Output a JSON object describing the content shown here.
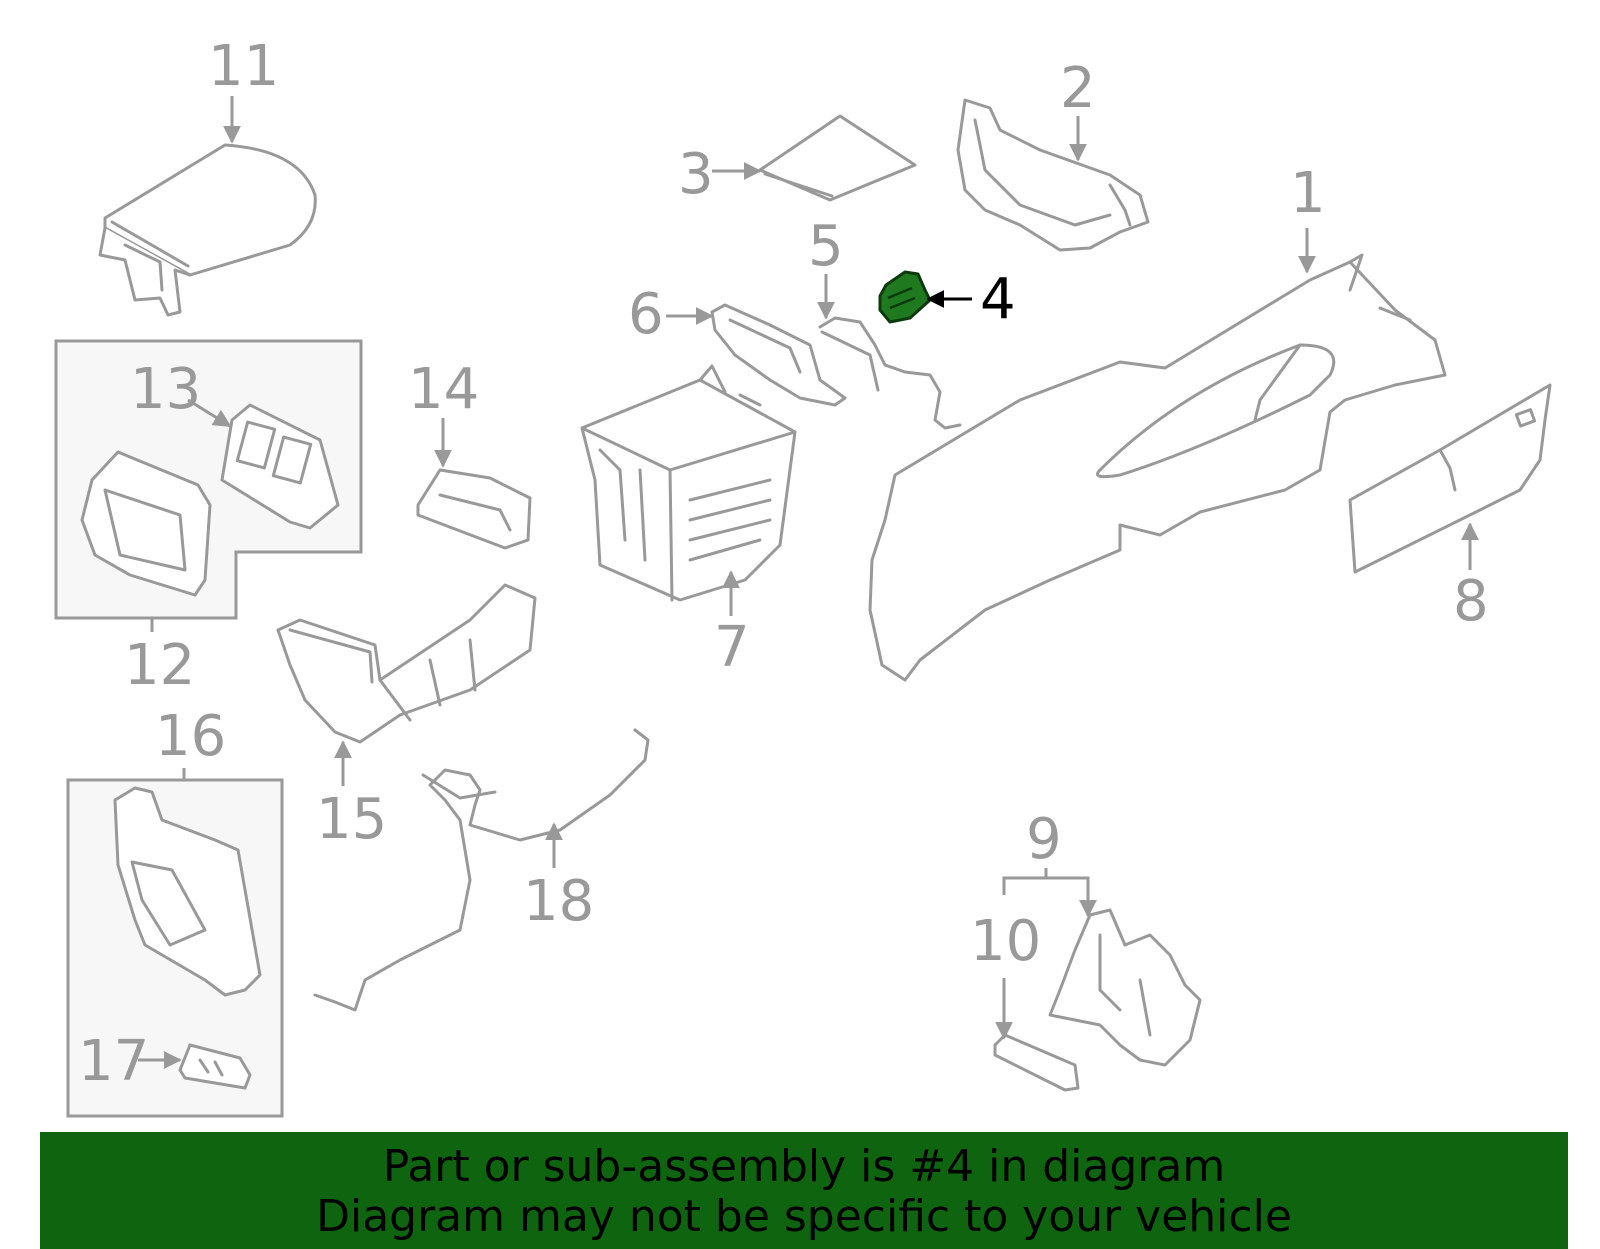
{
  "callouts": {
    "c1": "1",
    "c2": "2",
    "c3": "3",
    "c4": "4",
    "c5": "5",
    "c6": "6",
    "c7": "7",
    "c8": "8",
    "c9": "9",
    "c10": "10",
    "c11": "11",
    "c12": "12",
    "c13": "13",
    "c14": "14",
    "c15": "15",
    "c16": "16",
    "c17": "17",
    "c18": "18"
  },
  "highlighted_part": "4",
  "colors": {
    "line_gray": "#999999",
    "highlight_fill": "#1f7a1f",
    "banner_bg": "#0f6410",
    "banner_text": "#000000"
  },
  "banner": {
    "line1": "Part or sub-assembly is #4 in diagram",
    "line2": "Diagram may not be specific to your vehicle"
  }
}
